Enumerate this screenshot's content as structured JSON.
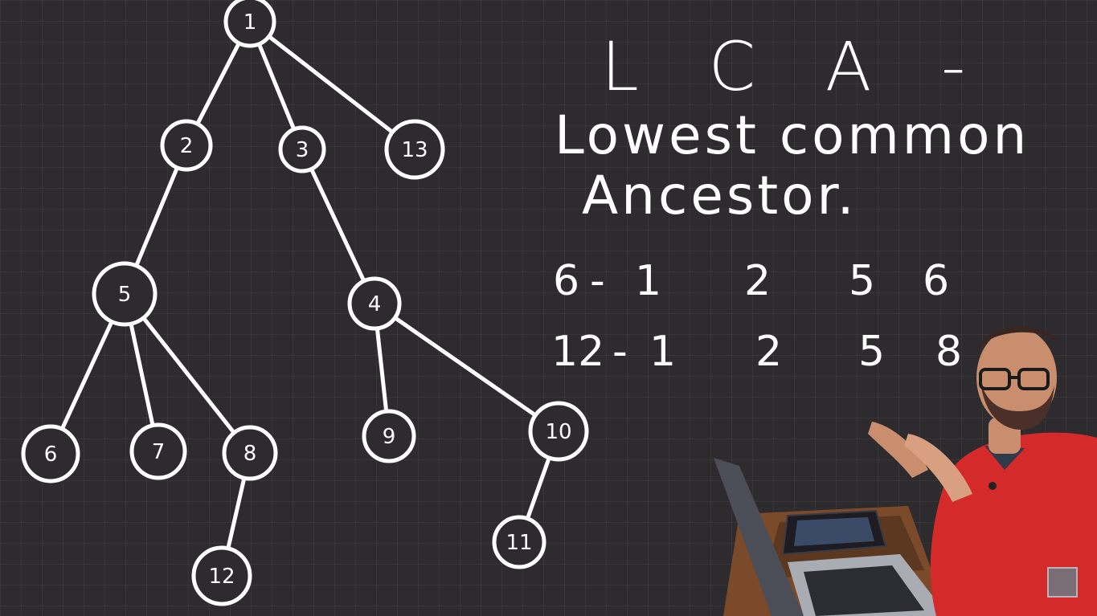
{
  "title": {
    "acronym": "L C A -",
    "line1": "Lowest common",
    "line2": "Ancestor."
  },
  "tree": {
    "nodes": [
      {
        "id": "1",
        "label": "1"
      },
      {
        "id": "2",
        "label": "2"
      },
      {
        "id": "3",
        "label": "3"
      },
      {
        "id": "13",
        "label": "13"
      },
      {
        "id": "5",
        "label": "5"
      },
      {
        "id": "4",
        "label": "4"
      },
      {
        "id": "6",
        "label": "6"
      },
      {
        "id": "7",
        "label": "7"
      },
      {
        "id": "8",
        "label": "8"
      },
      {
        "id": "9",
        "label": "9"
      },
      {
        "id": "10",
        "label": "10"
      },
      {
        "id": "12",
        "label": "12"
      },
      {
        "id": "11",
        "label": "11"
      }
    ],
    "edges": [
      [
        "1",
        "2"
      ],
      [
        "1",
        "3"
      ],
      [
        "1",
        "13"
      ],
      [
        "2",
        "5"
      ],
      [
        "3",
        "4"
      ],
      [
        "5",
        "6"
      ],
      [
        "5",
        "7"
      ],
      [
        "5",
        "8"
      ],
      [
        "4",
        "9"
      ],
      [
        "4",
        "10"
      ],
      [
        "8",
        "12"
      ],
      [
        "10",
        "11"
      ]
    ]
  },
  "paths": [
    {
      "node": "6",
      "sep": "-",
      "ancestors": [
        "1",
        "2",
        "5",
        "6"
      ]
    },
    {
      "node": "12",
      "sep": "-",
      "ancestors": [
        "1",
        "2",
        "5",
        "8"
      ]
    }
  ],
  "colors": {
    "board": "#2d2b2e",
    "chalk": "#ffffff",
    "shirt": "#d42a2a"
  }
}
